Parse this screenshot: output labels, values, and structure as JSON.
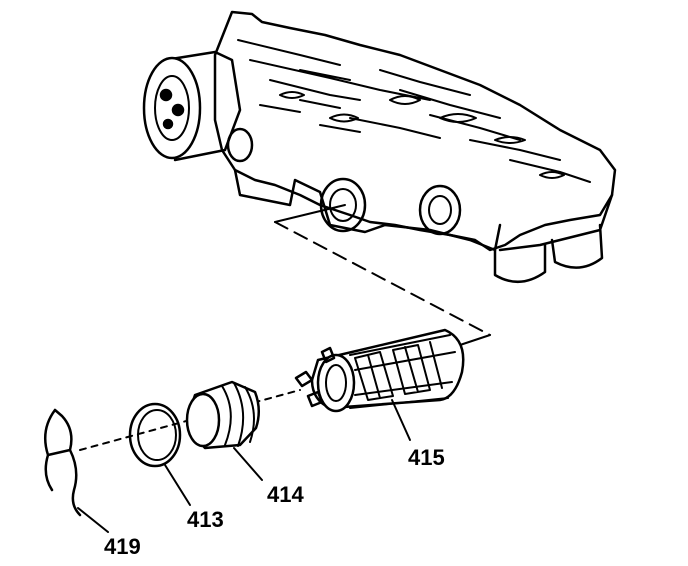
{
  "callouts": {
    "retainer": "419",
    "seal": "413",
    "plug": "414",
    "valve": "415"
  },
  "colors": {
    "ink": "#000000",
    "paper": "#ffffff",
    "shade": "#d9d9d9"
  }
}
